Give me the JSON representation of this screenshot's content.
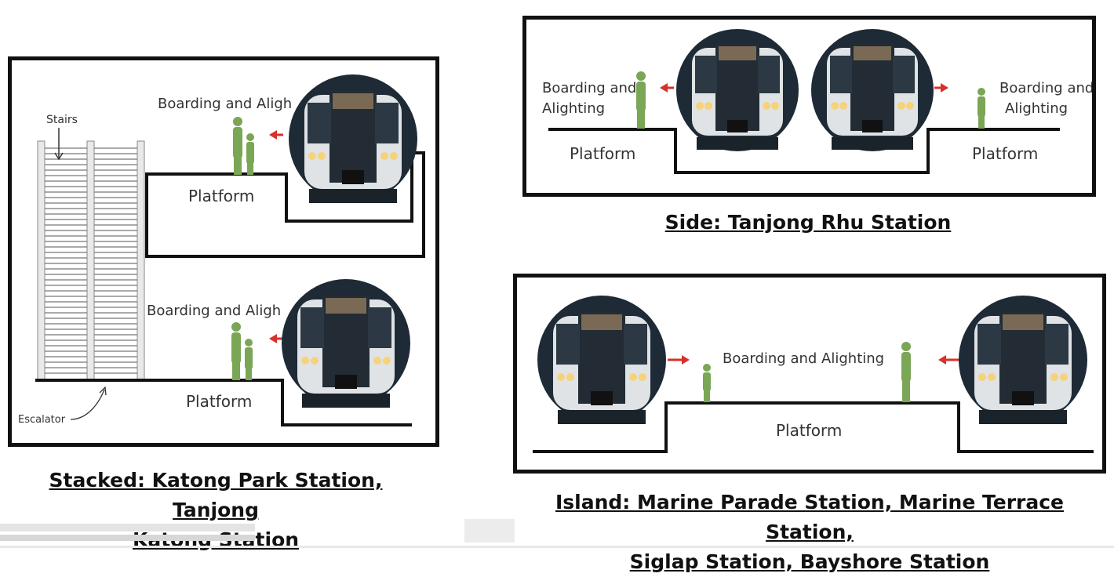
{
  "stacked": {
    "caption_line1": "Stacked: Katong Park Station, Tanjong",
    "caption_line2": "Katong Station",
    "stairs_label": "Stairs",
    "escalator_label": "Escalator",
    "upper_boarding_label": "Boarding and Aligh",
    "lower_boarding_label": "Boarding and Aligh",
    "upper_platform_label": "Platform",
    "lower_platform_label": "Platform"
  },
  "side": {
    "caption": "Side: Tanjong Rhu Station",
    "left_boarding_line1": "Boarding and",
    "left_boarding_line2": "Alighting",
    "right_boarding_line1": "Boarding and",
    "right_boarding_line2": "Alighting",
    "left_platform_label": "Platform",
    "right_platform_label": "Platform"
  },
  "island": {
    "caption_line1": "Island: Marine Parade Station, Marine Terrace Station,",
    "caption_line2": "Siglap Station, Bayshore Station",
    "boarding_label": "Boarding and Alighting",
    "platform_label": "Platform"
  },
  "colors": {
    "figure_green": "#7aa655",
    "arrow_red": "#d6312b",
    "train_body": "#1e2a35",
    "outline": "#111111"
  }
}
